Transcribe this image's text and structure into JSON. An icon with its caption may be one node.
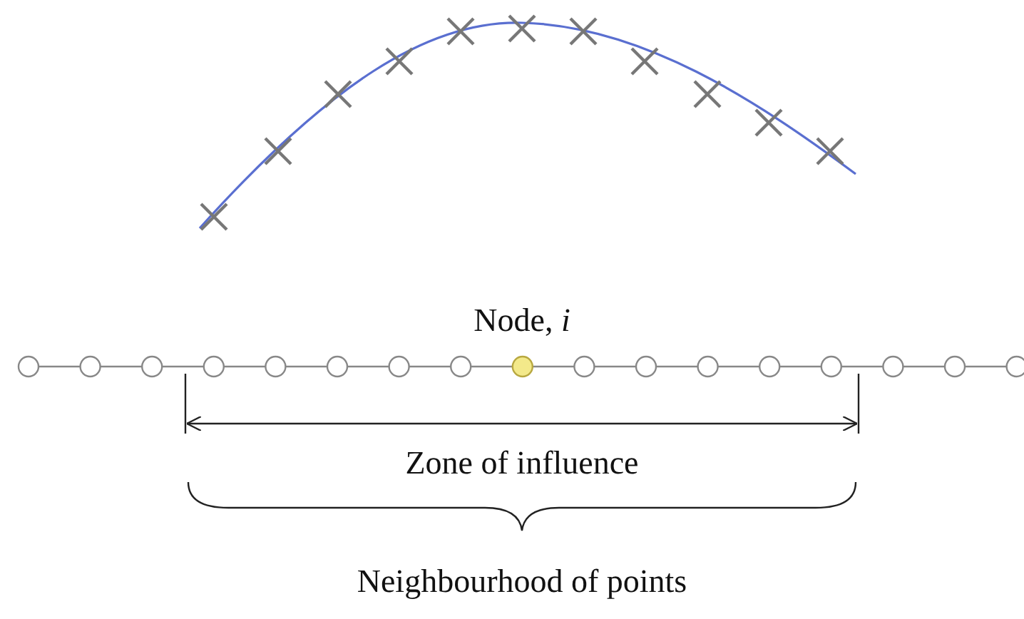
{
  "diagram": {
    "labels": [
      "Node, *i*",
      "Zone of influence",
      "Neighbourhood of points"
    ]
  }
}
